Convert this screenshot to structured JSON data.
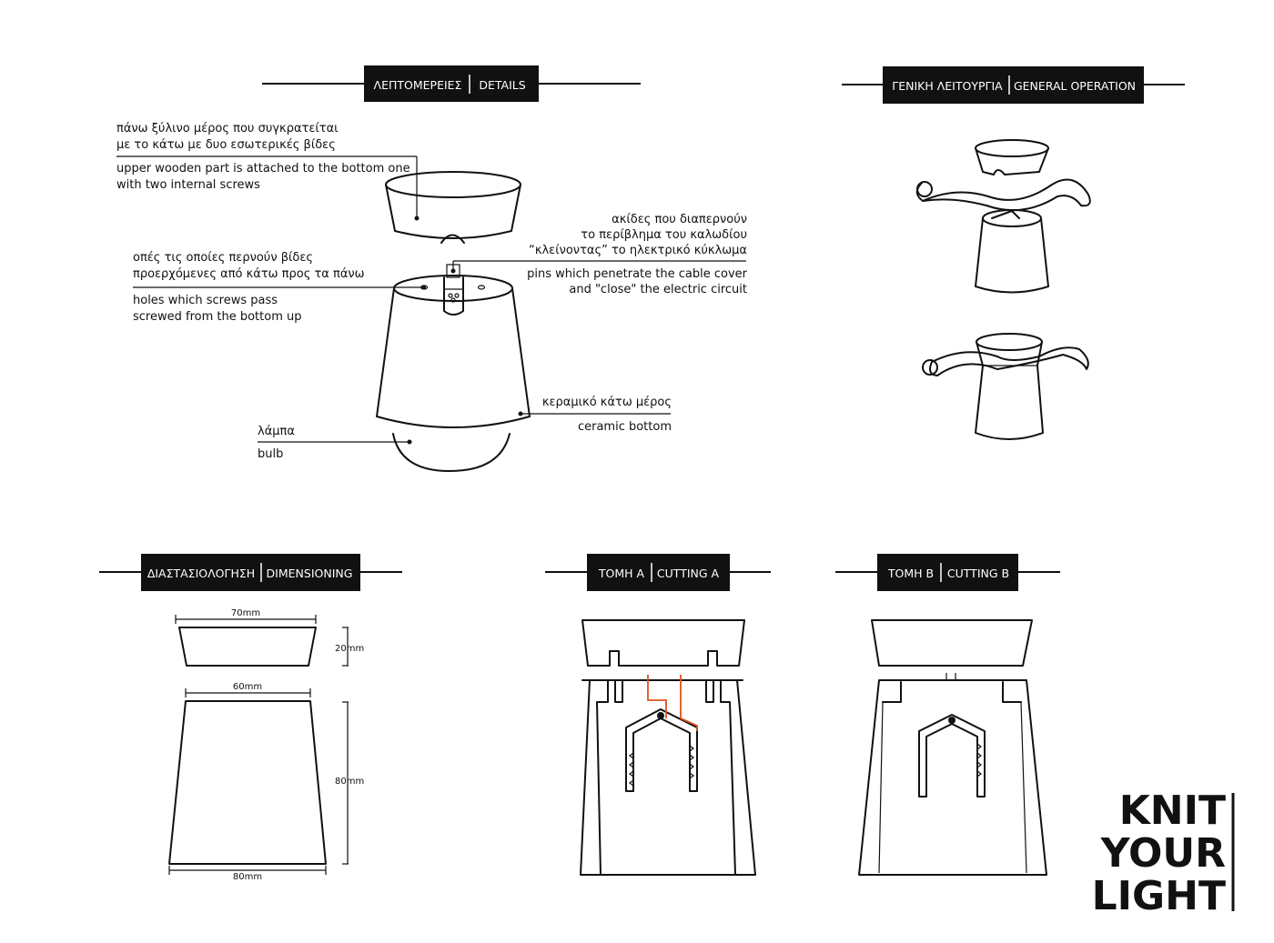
{
  "headers": {
    "details": {
      "greek": "ΛΕΠΤΟΜΕΡΕΙΕΣ",
      "english": "DETAILS"
    },
    "general": {
      "greek": "ΓΕΝΙΚΗ ΛΕΙΤΟΥΡΓΙΑ",
      "english": "GENERAL OPERATION"
    },
    "dimensioning": {
      "greek": "ΔΙΑΣΤΑΣΙΟΛΟΓΗΣΗ",
      "english": "DIMENSIONING"
    },
    "cutting_a": {
      "greek": "ΤΟΜΗ Α",
      "english": "CUTTING A"
    },
    "cutting_b": {
      "greek": "ΤΟΜΗ Β",
      "english": "CUTTING B"
    }
  },
  "annotations": {
    "upper": {
      "greek": [
        "πάνω ξύλινο μέρος που συγκρατείται",
        "με το κάτω με δυο εσωτερικές βίδες"
      ],
      "english": [
        "upper wooden part is attached to the bottom one",
        "with two internal screws"
      ]
    },
    "holes": {
      "greek": [
        "οπές τις οποίες περνούν βίδες",
        "προερχόμενες από κάτω προς τα πάνω"
      ],
      "english": [
        "holes which screws pass",
        "screwed from the bottom up"
      ]
    },
    "pins": {
      "greek": [
        "ακίδες  που διαπερνούν",
        "το περίβλημα του καλωδίου",
        "“κλείνοντας” το ηλεκτρικό  κύκλωμα"
      ],
      "english": [
        "pins which penetrate the cable cover",
        "and \"close\" the electric circuit"
      ]
    },
    "ceramic": {
      "greek": "κεραμικό κάτω μέρος",
      "english": "ceramic bottom"
    },
    "bulb": {
      "greek": "λάμπα",
      "english": "bulb"
    }
  },
  "dimensions": {
    "top_width": "70mm",
    "top_height": "20mm",
    "body_top_width": "60mm",
    "body_height": "80mm",
    "body_bottom_width": "80mm"
  },
  "brand": [
    "KNIT",
    "YOUR",
    "LIGHT"
  ],
  "colors": {
    "ink": "#111111",
    "wire": "#e0501e",
    "header_bg": "#111111",
    "header_text": "#ffffff"
  }
}
